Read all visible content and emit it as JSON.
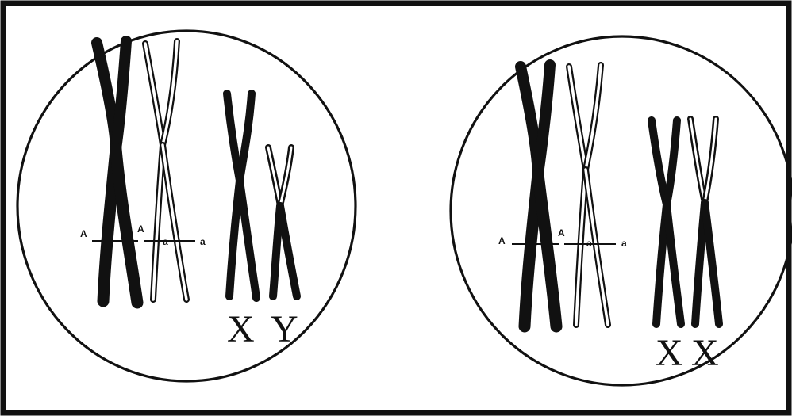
{
  "cell_left": {
    "allele_labels": [
      "A",
      "A",
      "a",
      "a"
    ],
    "sex_chromosome_labels": [
      "X",
      "Y"
    ]
  },
  "cell_right": {
    "allele_labels": [
      "A",
      "A",
      "a",
      "a"
    ],
    "sex_chromosome_labels": [
      "X",
      "X"
    ]
  },
  "colors": {
    "ink": "#111111",
    "paper": "#ffffff"
  }
}
